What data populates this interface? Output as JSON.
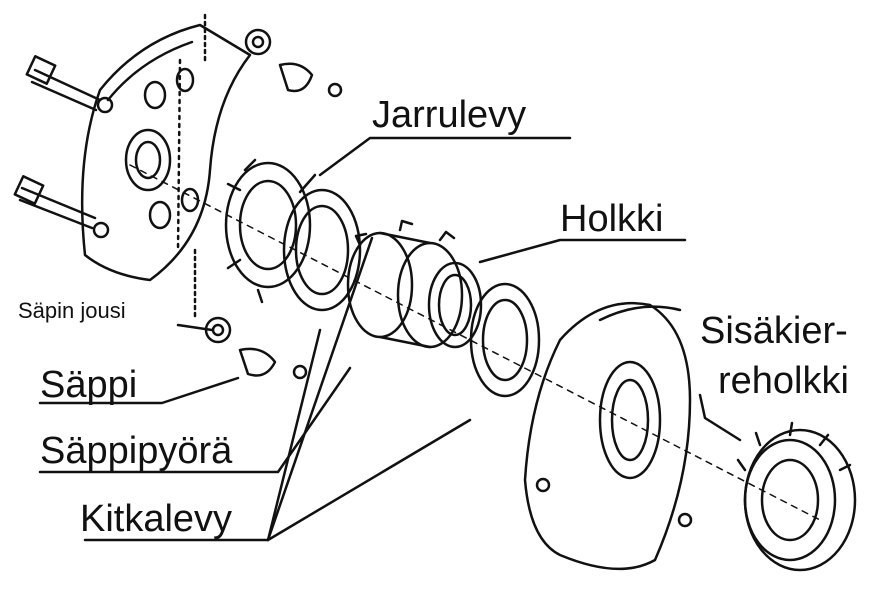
{
  "labels": {
    "jarrulevy": "Jarrulevy",
    "holkki": "Holkki",
    "sapin_jousi": "Säpin jousi",
    "sappi": "Säppi",
    "sappipyora": "Säppipyörä",
    "kitkalevy": "Kitkalevy",
    "sisakierreholkki_line1": "Sisäkier-",
    "sisakierreholkki_line2": "reholkki"
  },
  "colors": {
    "ink": "#111111",
    "background": "#ffffff"
  }
}
